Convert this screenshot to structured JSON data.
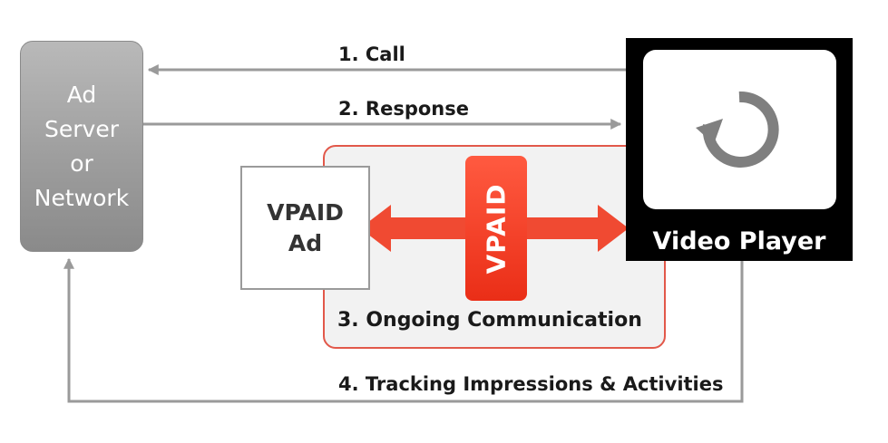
{
  "ad_server": {
    "lines": [
      "Ad",
      "Server",
      "or",
      "Network"
    ]
  },
  "steps": {
    "call": "1. Call",
    "response": "2. Response",
    "ongoing": "3. Ongoing Communication",
    "tracking": "4. Tracking Impressions & Activities"
  },
  "vpaid_ad": {
    "lines": [
      "VPAID",
      "Ad"
    ]
  },
  "vpaid_bar": {
    "label": "VPAID"
  },
  "video_player": {
    "label": "Video Player",
    "icon": "refresh-icon"
  },
  "colors": {
    "accent_red": "#f04a32",
    "box_border_red": "#e2584a",
    "connector_gray": "#9a9a9a",
    "server_gray": "#a8a8a8",
    "player_black": "#000000"
  }
}
